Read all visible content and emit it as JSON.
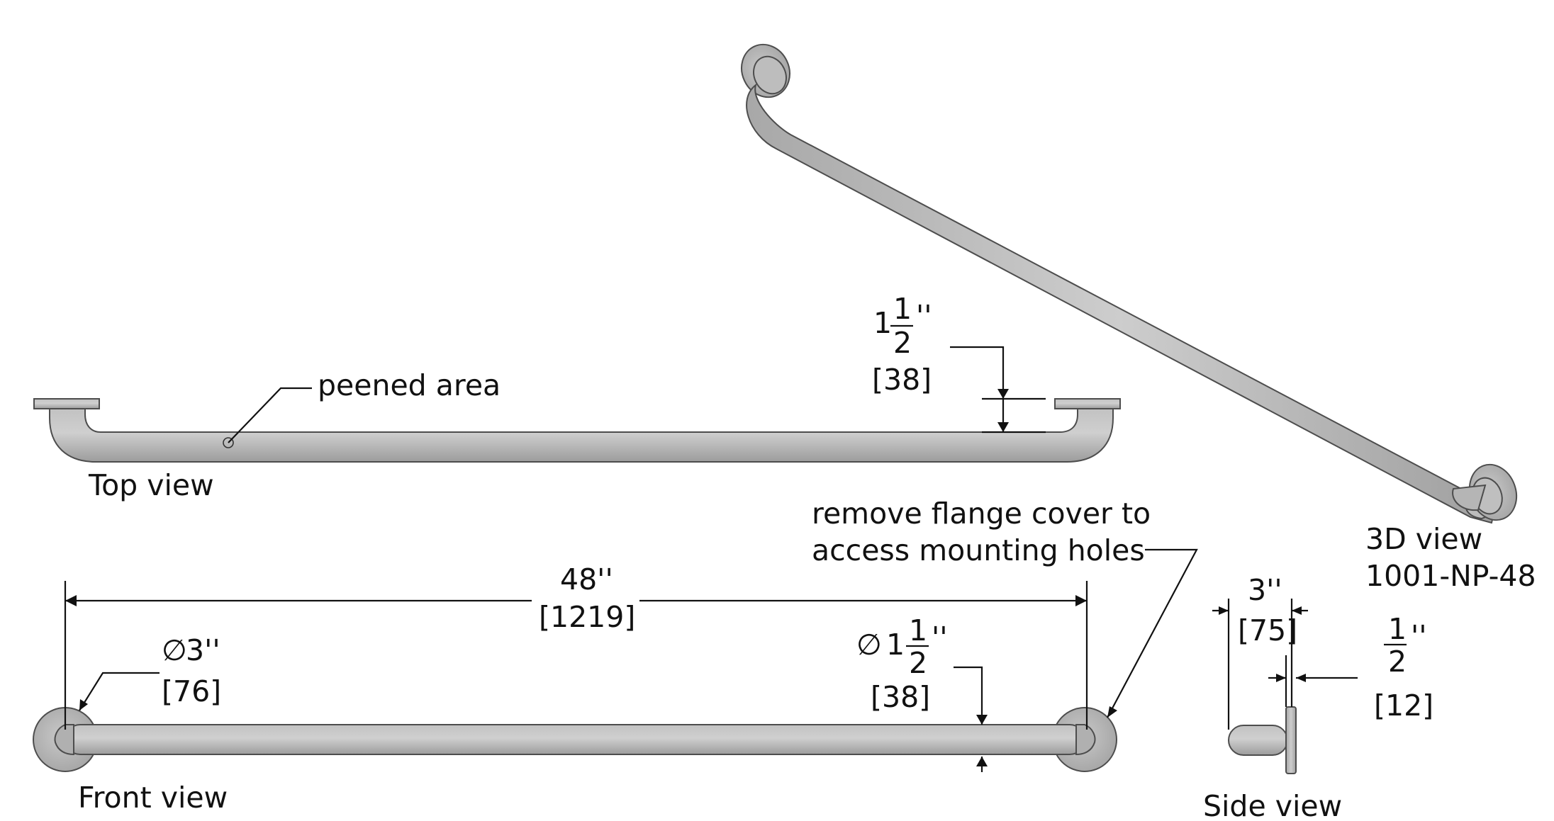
{
  "views": {
    "top": "Top view",
    "front": "Front view",
    "side": "Side view",
    "iso": "3D view",
    "part_number": "1001-NP-48"
  },
  "callouts": {
    "peened": "peened area",
    "flange_line1": "remove flange cover to",
    "flange_line2": "access mounting holes"
  },
  "dimensions": {
    "tube_height": {
      "whole": "1",
      "num": "1",
      "den": "2",
      "unit": "''",
      "metric": "[38]"
    },
    "length": {
      "value": "48''",
      "metric": "[1219]"
    },
    "flange_dia": {
      "symbol": "∅",
      "value": "3''",
      "metric": "[76]"
    },
    "tube_dia": {
      "symbol": "∅",
      "whole": "1",
      "num": "1",
      "den": "2",
      "unit": "''",
      "metric": "[38]"
    },
    "projection": {
      "value": "3''",
      "metric": "[75]"
    },
    "flange_thickness": {
      "num": "1",
      "den": "2",
      "unit": "''",
      "metric": "[12]"
    }
  },
  "colors": {
    "metal": "#b3b3b3",
    "edge": "#4d4d4d",
    "line": "#111111"
  }
}
